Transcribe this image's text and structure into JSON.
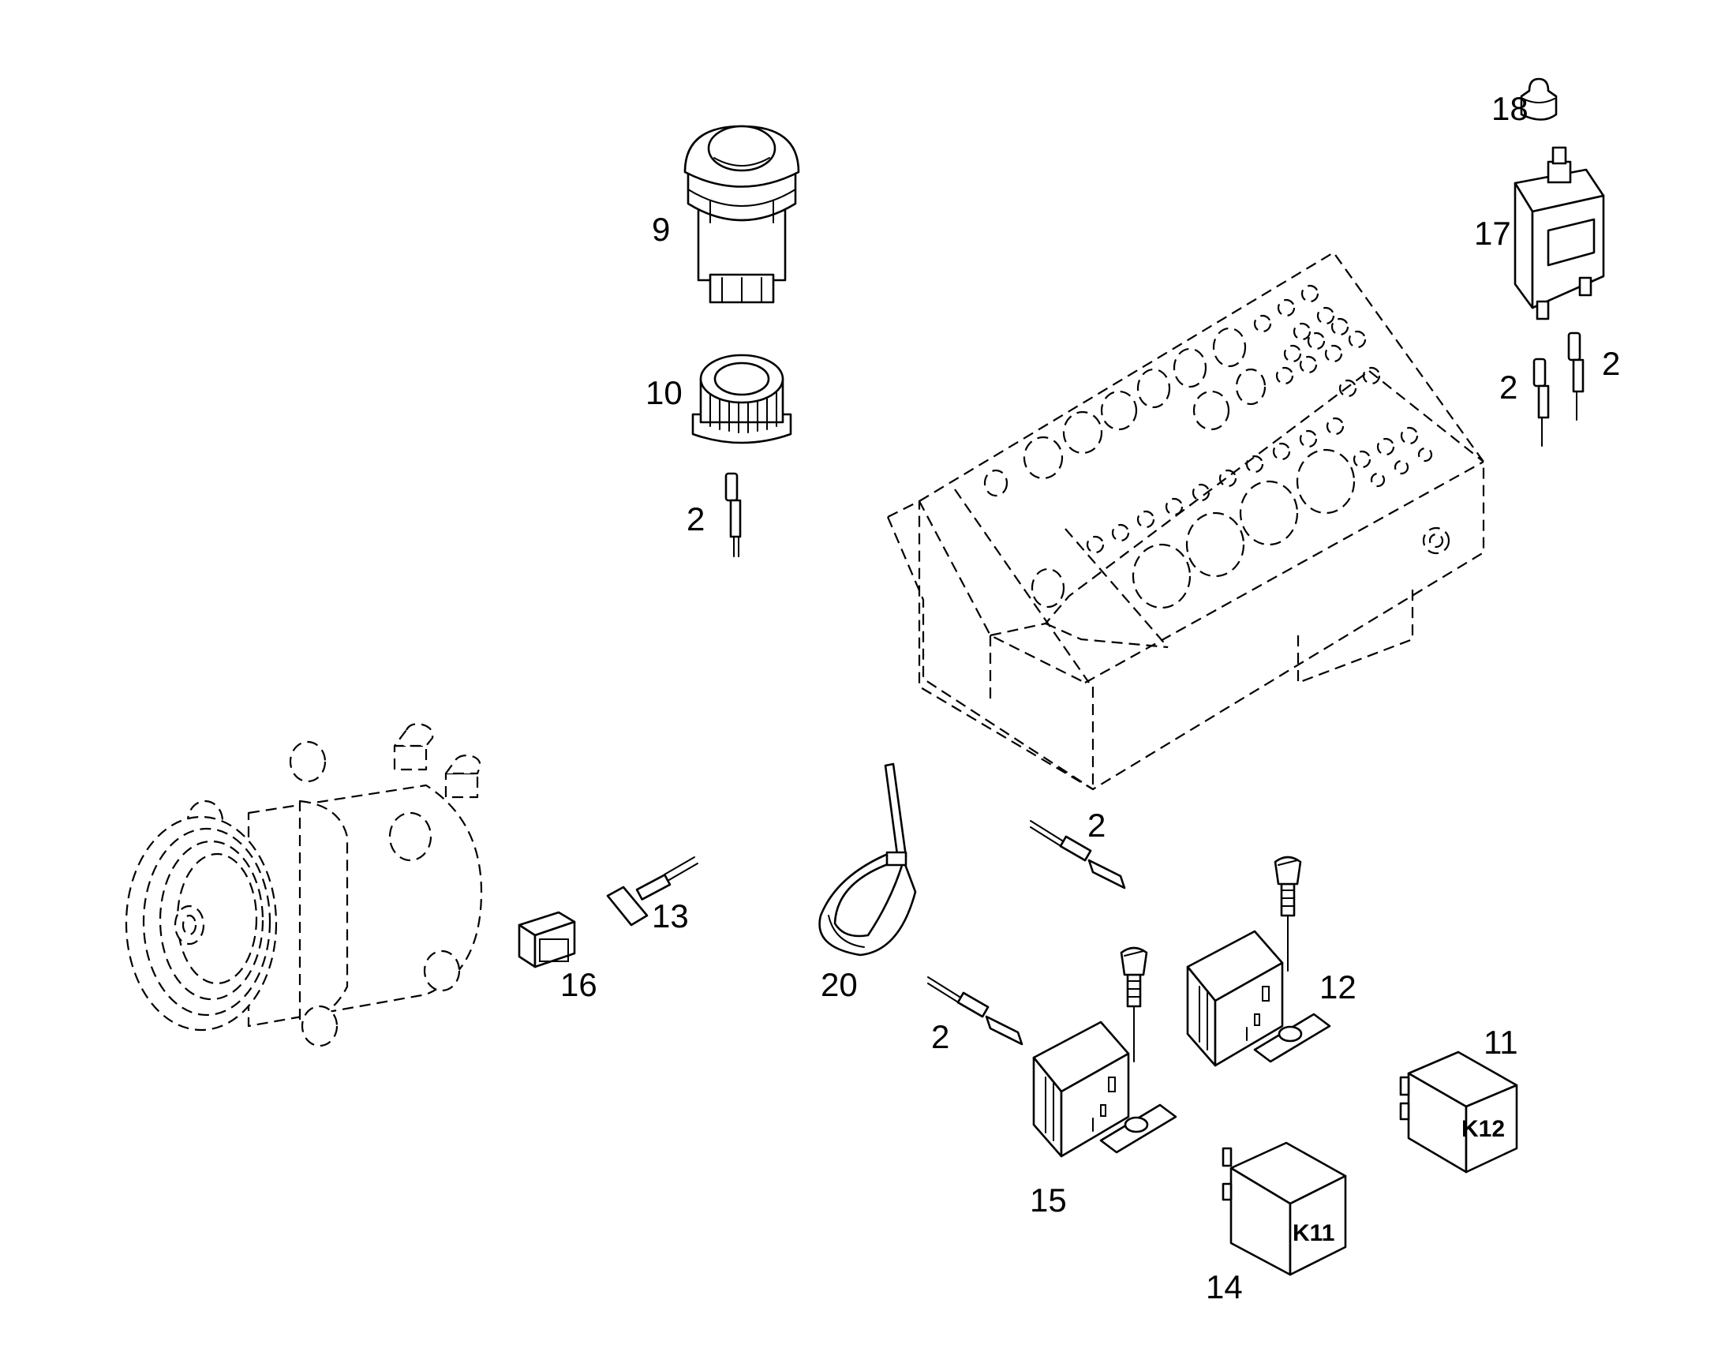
{
  "callouts": {
    "c9": "9",
    "c10": "10",
    "c2_a": "2",
    "c18": "18",
    "c17": "17",
    "c2_b": "2",
    "c2_c": "2",
    "c13": "13",
    "c16": "16",
    "c20": "20",
    "c2_d": "2",
    "c2_e": "2",
    "c12": "12",
    "c15": "15",
    "c11": "11",
    "c14": "14"
  },
  "relay_marks": {
    "k11": "K11",
    "k12": "K12"
  },
  "colors": {
    "line": "#000000",
    "background": "#ffffff"
  }
}
